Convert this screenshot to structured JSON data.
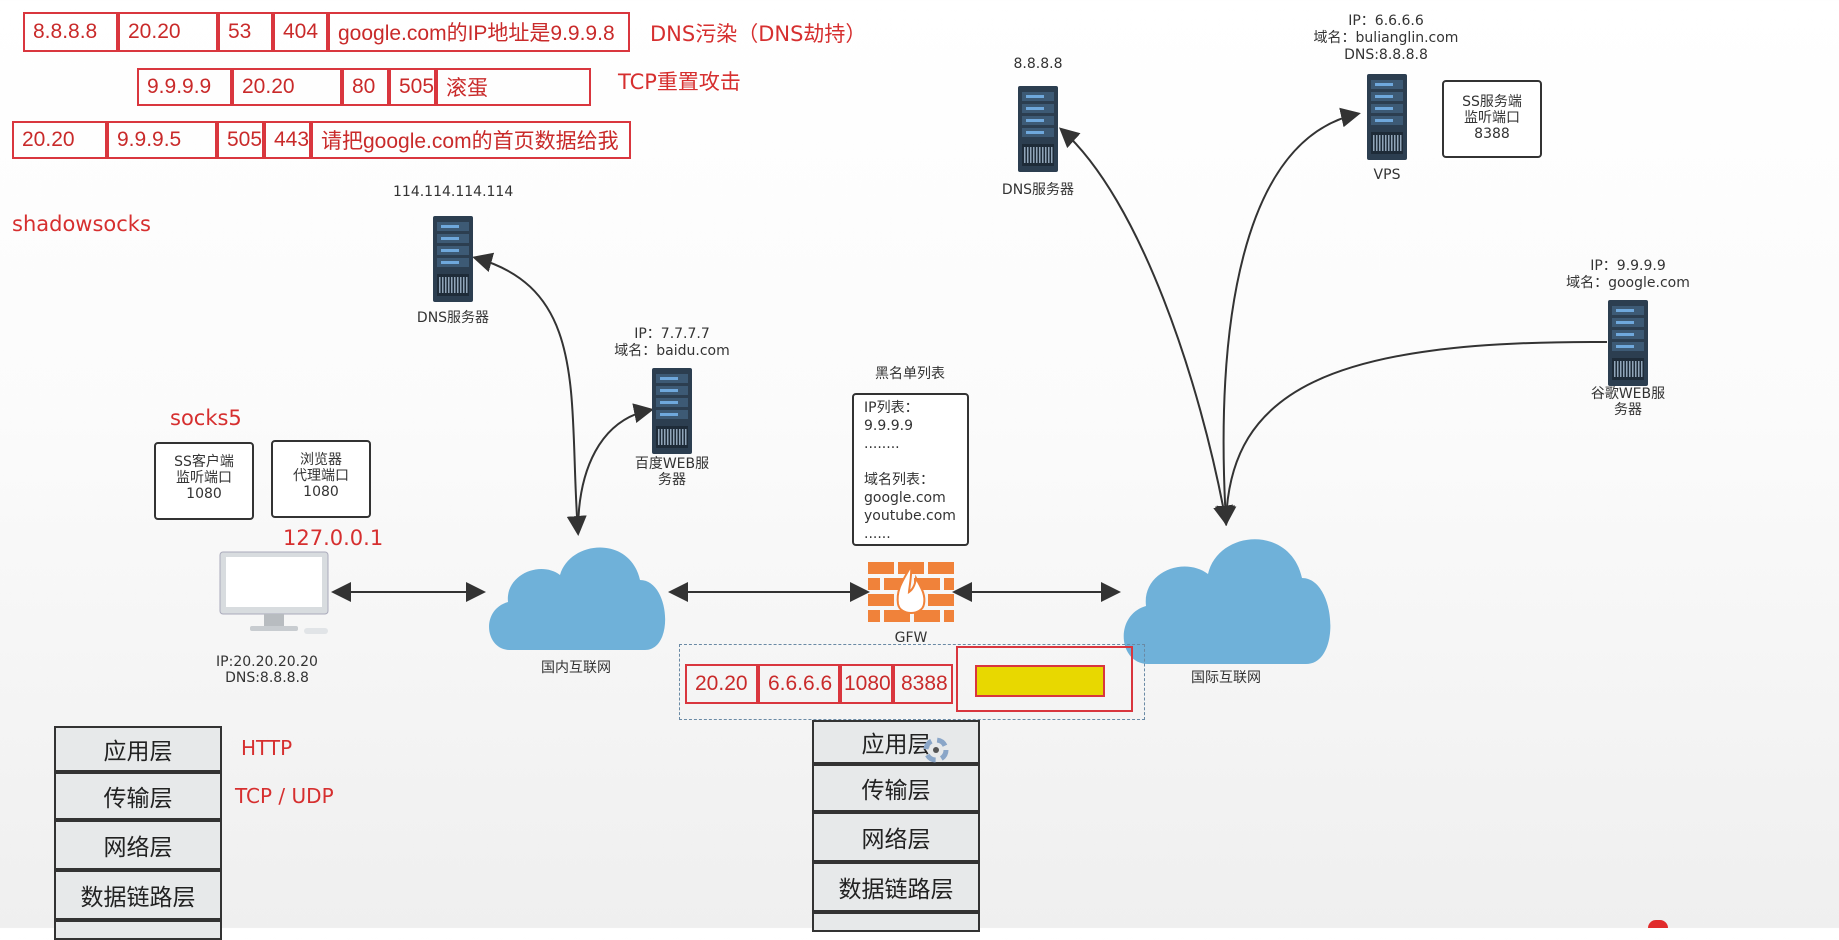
{
  "packets": {
    "dns": {
      "fields": [
        "8.8.8.8",
        "20.20",
        "53",
        "404",
        "google.com的IP地址是9.9.9.8"
      ],
      "caption": "DNS污染（DNS劫持）"
    },
    "tcp": {
      "fields": [
        "9.9.9.9",
        "20.20",
        "80",
        "505",
        "滚蛋"
      ],
      "caption": "TCP重置攻击"
    },
    "req": {
      "fields": [
        "20.20",
        "9.9.9.5",
        "505",
        "443",
        "请把google.com的首页数据给我"
      ]
    },
    "ss": {
      "fields": [
        "20.20",
        "6.6.6.6",
        "1080",
        "8388",
        ""
      ]
    }
  },
  "labels": {
    "shadowsocks": "shadowsocks",
    "socks5": "socks5",
    "localhost": "127.0.0.1",
    "http": "HTTP",
    "tcp_udp": "TCP / UDP"
  },
  "nodes": {
    "dns_local": {
      "top": "114.114.114.114",
      "bottom": "DNS服务器"
    },
    "baidu": {
      "top1": "IP：7.7.7.7",
      "top2": "域名：baidu.com",
      "bottom1": "百度WEB服",
      "bottom2": "务器"
    },
    "dns_intl": {
      "top": "8.8.8.8",
      "bottom": "DNS服务器"
    },
    "vps": {
      "top1": "IP：6.6.6.6",
      "top2": "域名：bulianglin.com",
      "top3": "DNS:8.8.8.8",
      "bottom": "VPS"
    },
    "google": {
      "top1": "IP：9.9.9.9",
      "top2": "域名：google.com",
      "bottom1": "谷歌WEB服",
      "bottom2": "务器"
    },
    "pc": {
      "line1": "IP:20.20.20.20",
      "line2": "DNS:8.8.8.8"
    },
    "cloud_domestic": "国内互联网",
    "cloud_intl": "国际互联网",
    "gfw": "GFW"
  },
  "notes": {
    "ss_client": [
      "SS客户端",
      "监听端口",
      "1080"
    ],
    "browser": [
      "浏览器",
      "代理端口",
      "1080"
    ],
    "ss_server": [
      "SS服务端",
      "监听端口",
      "8388"
    ],
    "blacklist_title": "黑名单列表",
    "blacklist": [
      "IP列表：",
      "9.9.9.9",
      "........",
      "",
      "域名列表：",
      "google.com",
      "youtube.com",
      "......"
    ]
  },
  "layers_left": [
    "应用层",
    "传输层",
    "网络层",
    "数据链路层"
  ],
  "layers_right": [
    "应用层",
    "传输层",
    "网络层",
    "数据链路层"
  ],
  "colors": {
    "accent_red": "#d9363e",
    "server": "#2c3e50",
    "cloud": "#6fb1d9",
    "firewall": "#f0823a",
    "highlight": "#e8d800"
  }
}
